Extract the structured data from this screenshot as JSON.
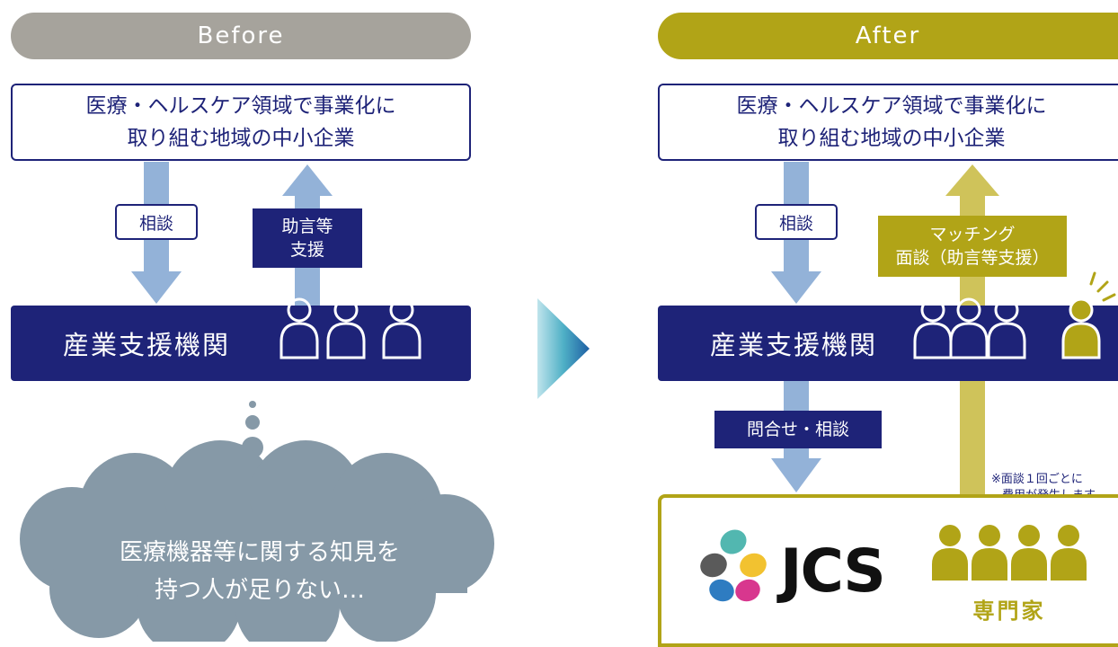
{
  "before": {
    "header": "Before",
    "org_line1": "医療・ヘルスケア領域で事業化に",
    "org_line2": "取り組む地域の中小企業",
    "consult_label": "相談",
    "advice_line1": "助言等",
    "advice_line2": "支援",
    "institution": "産業支援機関",
    "cloud_line1": "医療機器等に関する知見を",
    "cloud_line2": "持つ人が足りない…"
  },
  "after": {
    "header": "After",
    "org_line1": "医療・ヘルスケア領域で事業化に",
    "org_line2": "取り組む地域の中小企業",
    "consult_label": "相談",
    "matching_line1": "マッチング",
    "matching_line2": "面談（助言等支援）",
    "institution": "産業支援機関",
    "inquiry_label": "問合せ・相談",
    "note_line1": "※面談１回ごとに",
    "note_line2": "費用が発生します。",
    "logo_text": "JCS",
    "experts_label": "専門家"
  },
  "colors": {
    "navy": "#1e2378",
    "gray_header": "#a6a39c",
    "olive": "#b1a417",
    "olive_light": "#cfc35a",
    "arrow_blue": "#93b2d8",
    "cloud": "#8699a7"
  }
}
